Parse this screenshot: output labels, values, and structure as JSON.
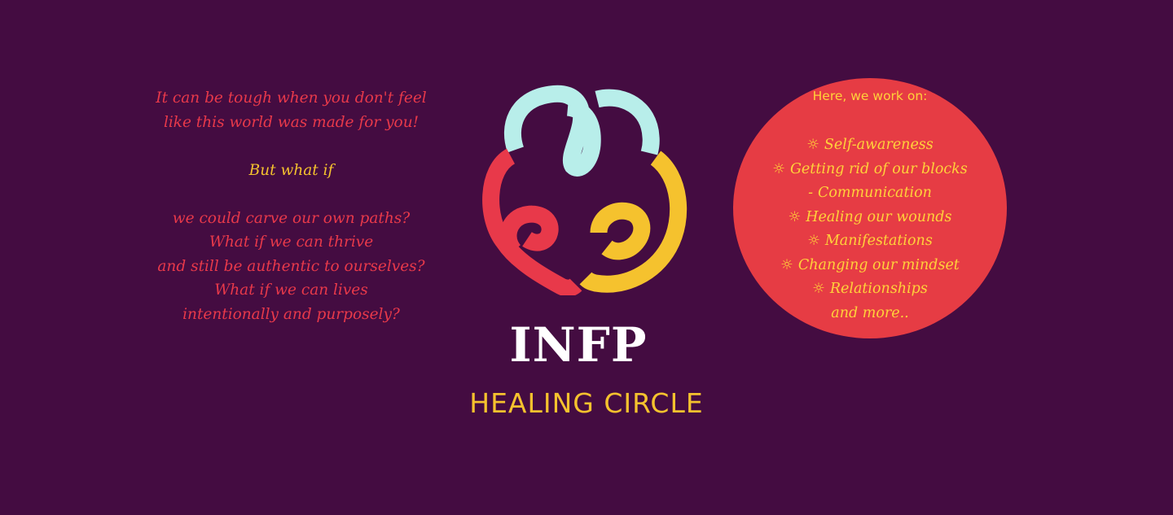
{
  "colors": {
    "background": "#440c41",
    "pink": "#e8394a",
    "yellow": "#f5c22e",
    "white": "#ffffff",
    "cyan": "#b8eeea",
    "circle_fill": "#e63c44",
    "circle_text": "#ffd23a"
  },
  "intro": {
    "line1": "It can be tough when you don't feel",
    "line2": "like this world was made for you!",
    "pivot": "But what if",
    "q1": "we could carve our own paths?",
    "q2": "What if we can thrive",
    "q3": "and still be authentic to ourselves?",
    "q4": "What if we can lives",
    "q5": "intentionally and purposely?"
  },
  "brand": {
    "title": "INFP",
    "subtitle": "HEALING CIRCLE"
  },
  "focus": {
    "heading": "Here, we work on:",
    "items": [
      {
        "bullet": "☼",
        "label": "Self-awareness"
      },
      {
        "bullet": "☼",
        "label": "Getting rid of our blocks"
      },
      {
        "bullet": "-",
        "label": "Communication"
      },
      {
        "bullet": "☼",
        "label": "Healing our wounds"
      },
      {
        "bullet": "☼",
        "label": "Manifestations"
      },
      {
        "bullet": "☼",
        "label": "Changing our mindset"
      },
      {
        "bullet": "☼",
        "label": "Relationships"
      }
    ],
    "closing": "and more.."
  }
}
